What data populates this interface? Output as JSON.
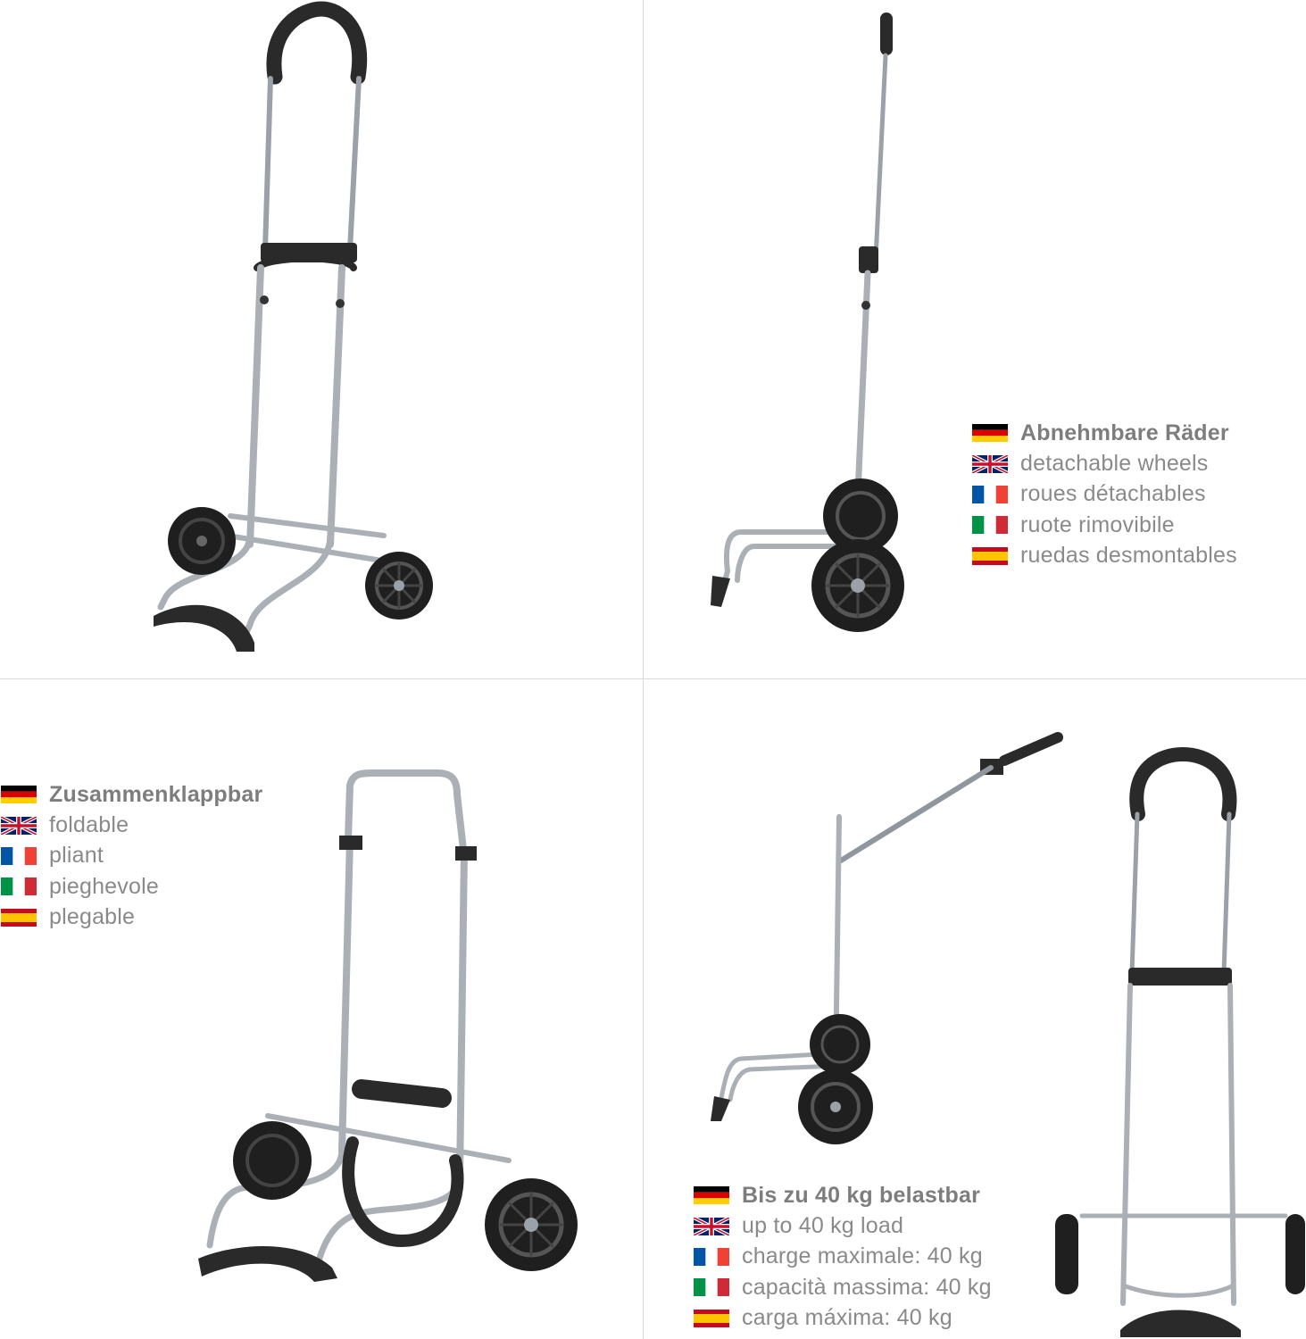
{
  "colors": {
    "frame": "#b7bcc2",
    "frame_dark": "#6e747b",
    "plastic": "#2b2b2b",
    "text": "#8a8a8a",
    "divider": "#d9d9d9"
  },
  "panels": {
    "top_right": {
      "features": [
        {
          "flag": "de-flag-icon",
          "text": "Abnehmbare Räder",
          "bold": true
        },
        {
          "flag": "uk-flag-icon",
          "text": "detachable wheels"
        },
        {
          "flag": "fr-flag-icon",
          "text": "roues détachables"
        },
        {
          "flag": "it-flag-icon",
          "text": "ruote rimovibile"
        },
        {
          "flag": "es-flag-icon",
          "text": "ruedas desmontables"
        }
      ]
    },
    "bottom_left": {
      "features": [
        {
          "flag": "de-flag-icon",
          "text": "Zusammenklappbar",
          "bold": true
        },
        {
          "flag": "uk-flag-icon",
          "text": "foldable"
        },
        {
          "flag": "fr-flag-icon",
          "text": "pliant"
        },
        {
          "flag": "it-flag-icon",
          "text": "pieghevole"
        },
        {
          "flag": "es-flag-icon",
          "text": "plegable"
        }
      ]
    },
    "bottom_right": {
      "features": [
        {
          "flag": "de-flag-icon",
          "text": "Bis zu 40 kg belastbar",
          "bold": true
        },
        {
          "flag": "uk-flag-icon",
          "text": "up to 40 kg load"
        },
        {
          "flag": "fr-flag-icon",
          "text": "charge maximale: 40 kg"
        },
        {
          "flag": "it-flag-icon",
          "text": "capacità massima: 40 kg"
        },
        {
          "flag": "es-flag-icon",
          "text": "carga máxima: 40 kg"
        }
      ]
    }
  }
}
